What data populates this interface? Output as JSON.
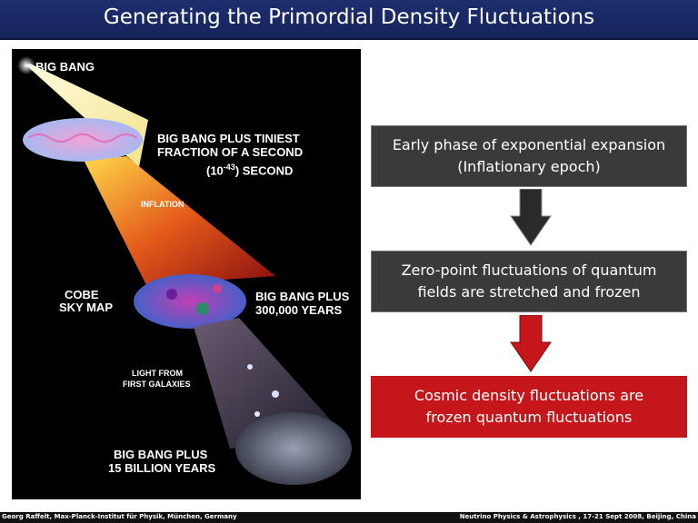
{
  "slide": {
    "title": "Generating the Primordial Density Fluctuations"
  },
  "figure": {
    "labels": {
      "big_bang": "BIG BANG",
      "tiniest_line1": "BIG BANG PLUS TINIEST",
      "tiniest_line2": "FRACTION OF A SECOND",
      "tiniest_line3": "(10",
      "tiniest_exp": "-43",
      "tiniest_close": ") SECOND",
      "inflation": "INFLATION",
      "cobe_line1": "COBE",
      "cobe_line2": "SKY MAP",
      "bb300k_line1": "BIG BANG PLUS",
      "bb300k_line2": "300,000 YEARS",
      "light_line1": "LIGHT FROM",
      "light_line2": "FIRST GALAXIES",
      "bb15b_line1": "BIG BANG PLUS",
      "bb15b_line2": "15 BILLION YEARS"
    }
  },
  "steps": [
    {
      "line1": "Early phase of exponential expansion",
      "line2": "(Inflationary epoch)"
    },
    {
      "line1": "Zero-point fluctuations of quantum",
      "line2": "fields are stretched and frozen"
    },
    {
      "line1": "Cosmic density fluctuations are",
      "line2": "frozen quantum fluctuations"
    }
  ],
  "colors": {
    "title_bar": "#1d2e6e",
    "step_box": "#3a3a3a",
    "result_box": "#c4161b",
    "arrow_dark": "#2a2a2a",
    "arrow_red": "#c4161b"
  },
  "footer": {
    "left": "Georg Raffelt, Max-Planck-Institut für Physik, München, Germany",
    "right": "Neutrino Physics & Astrophysics , 17-21 Sept 2008, Beijing, China"
  }
}
